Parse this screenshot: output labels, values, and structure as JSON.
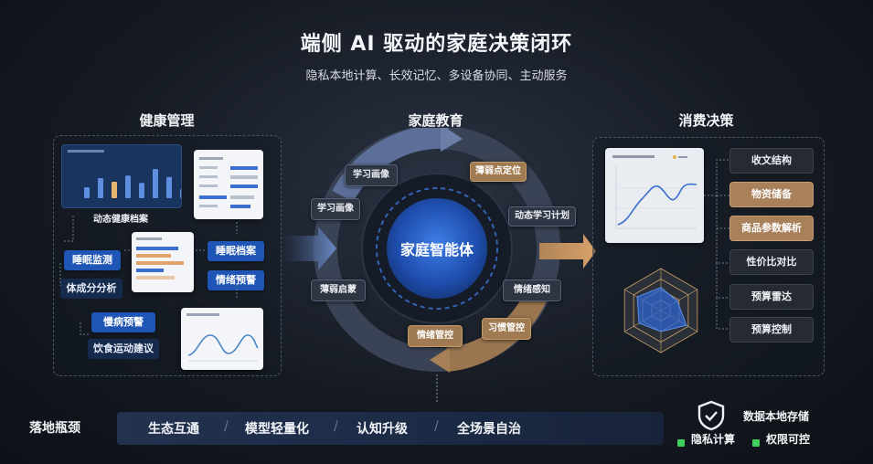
{
  "title": "端侧 AI 驱动的家庭决策闭环",
  "subtitle": "隐私本地计算、长效记忆、多设备协同、主动服务",
  "sections": {
    "health": "健康管理",
    "education": "家庭教育",
    "consumption": "消费决策"
  },
  "health": {
    "archive_caption": "动态健康档案",
    "sleep_monitor": "睡眠监测",
    "body_analysis": "体成分分析",
    "sleep_record": "睡眠档案",
    "emotion_warn": "情绪预警",
    "chronic_warn": "慢病预警",
    "diet_advice": "饮食运动建议"
  },
  "education": {
    "center": "家庭智能体",
    "learn_profile_1": "学习画像",
    "learn_profile_2": "学习画像",
    "weak_locate": "薄弱点定位",
    "dynamic_plan": "动态学习计划",
    "emotion_sense": "情绪感知",
    "habit_manage": "习惯管控",
    "emotion_manage": "情绪管控",
    "weak_start": "薄弱启蒙"
  },
  "consumption": {
    "buttons": [
      "收文结构",
      "物资储备",
      "商品参数解析",
      "性价比对比",
      "预算雷达",
      "预算控制"
    ],
    "highlighted": [
      false,
      true,
      true,
      false,
      false,
      false
    ]
  },
  "bottom": {
    "lead": "落地瓶颈",
    "items": [
      "生态互通",
      "模型轻量化",
      "认知升级",
      "全场景自治"
    ]
  },
  "privacy": {
    "local_storage": "数据本地存储",
    "private_compute": "隐私计算",
    "permission": "权限可控"
  },
  "colors": {
    "accent_blue": "#1f55b5",
    "accent_tan": "#a8805a",
    "green": "#3ecf5c"
  },
  "bar_chart": {
    "values": [
      0.3,
      0.55,
      0.45,
      0.62,
      0.42,
      0.8,
      0.58,
      0.25
    ]
  },
  "radar": {
    "values": [
      0.55,
      0.45,
      0.7,
      0.5,
      0.6,
      0.65
    ]
  }
}
